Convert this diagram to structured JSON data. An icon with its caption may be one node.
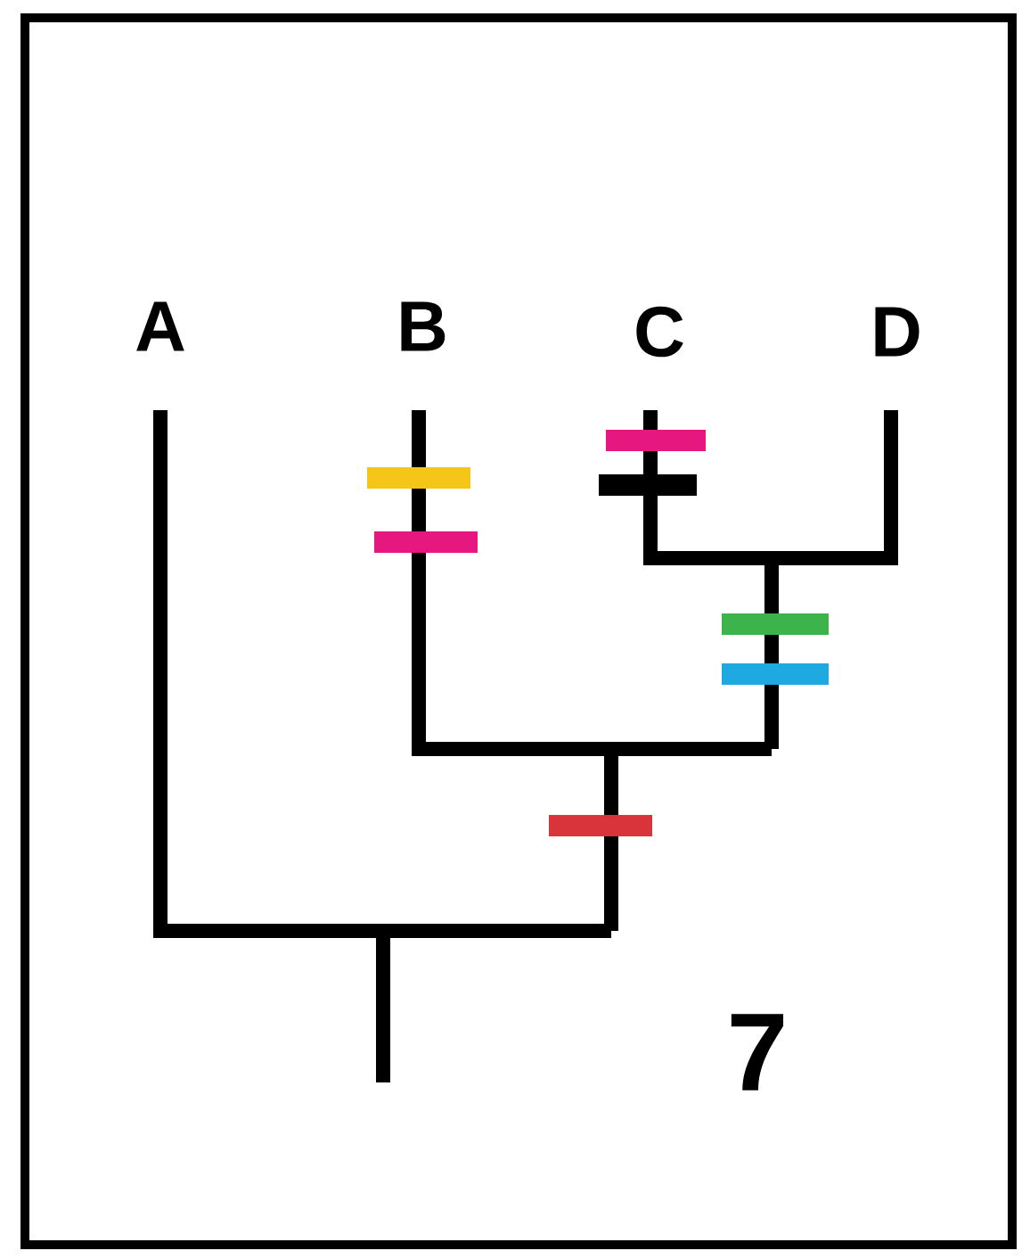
{
  "diagram": {
    "labels": [
      "A",
      "B",
      "C",
      "D",
      "7"
    ]
  }
}
